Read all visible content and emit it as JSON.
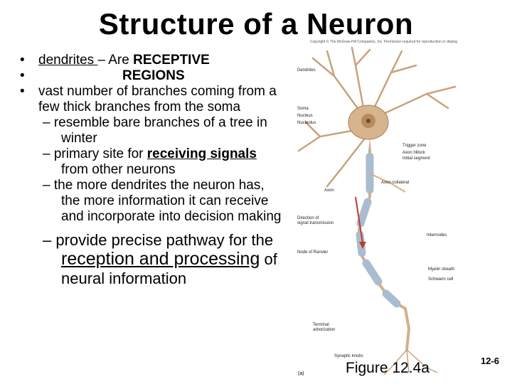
{
  "title": "Structure of a Neuron",
  "copyright": "Copyright © The McGraw-Hill Companies, Inc. Permission required for reproduction or display.",
  "bullets": {
    "b1_term": "dendrites ",
    "b1_rest": "– Are ",
    "b1_bold": "RECEPTIVE",
    "b2": "REGIONS",
    "b3": "vast number of branches coming from a few thick branches from the soma",
    "sub1": "resemble bare branches of a tree in winter",
    "sub2_a": "primary site for ",
    "sub2_u": "receiving signals",
    "sub2_b": " from other neurons",
    "sub3": "the more dendrites the neuron has, the more information it can receive and incorporate into decision making",
    "sub4_a": "provide precise pathway for the ",
    "sub4_u": "reception and processing",
    "sub4_b": " of neural information"
  },
  "dash": "–",
  "bullet_char": "•",
  "diagram_labels": {
    "dendrites": "Dendrites",
    "soma": "Soma",
    "nucleus": "Nucleus",
    "nucleolus": "Nucleolus",
    "trigger_zone": "Trigger zone",
    "axon_hillock": "Axon hillock",
    "initial_segment": "Initial segment",
    "axon_collateral": "Axon collateral",
    "axon": "Axon",
    "direction_1": "Direction of",
    "direction_2": "signal transmission",
    "internodes": "Internodes",
    "node_of_ranvier": "Node of Ranvier",
    "myelin_sheath": "Myelin sheath",
    "schwann_cell": "Schwann cell",
    "terminal_1": "Terminal",
    "terminal_2": "arborization",
    "synaptic_knobs": "Synaptic knobs",
    "panel": "(a)"
  },
  "figure_caption": "Figure 12.4a",
  "page_number": "12-6",
  "colors": {
    "soma": "#d7b48e",
    "nucleus": "#b98a5c",
    "myelin": "#a9bdd1",
    "axon": "#d2b089",
    "arrow": "#c0392b"
  }
}
